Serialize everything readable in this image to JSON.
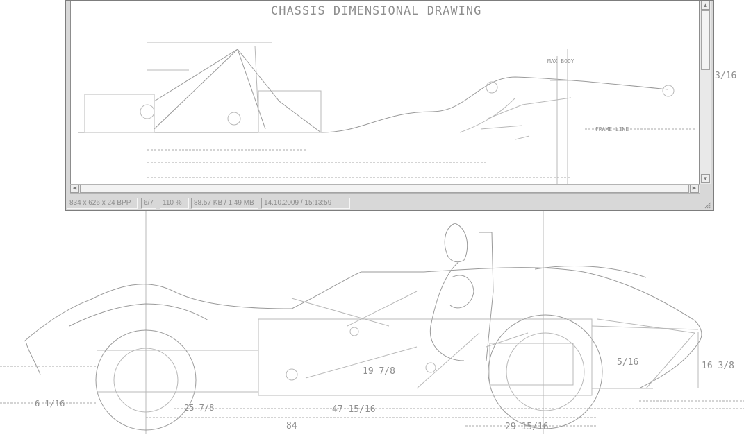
{
  "viewer": {
    "image_title": "CHASSIS DIMENSIONAL DRAWING",
    "status": {
      "dimensions": "834 x 626 x 24 BPP",
      "index": "6/7",
      "zoom": "110 %",
      "filesize": "88.57 KB / 1.49 MB",
      "datetime": "14.10.2009 / 15:13:59"
    }
  },
  "drawing_labels": {
    "max_body": "MAX BODY",
    "frame_line": "FRAME LINE",
    "dim_right": "3/16",
    "dim_inner": "19 7/8",
    "dim_right_height": "16 3/8",
    "dim_hub": "5/16",
    "dim_overall": "47 15/16",
    "dim_total": "84",
    "dim_left": "6 1/16",
    "dim_seat": "25 7/8",
    "dim_rear": "29 15/16"
  }
}
